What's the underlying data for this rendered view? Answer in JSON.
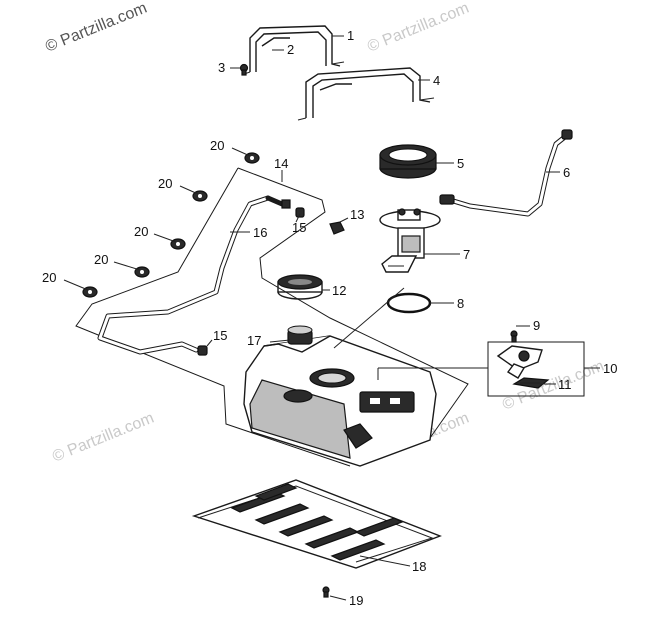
{
  "watermarks": [
    "© Partzilla.com",
    "© Partzilla.com",
    "© Partzilla.com",
    "© Partzilla.com",
    "© Partzilla.com"
  ],
  "callouts": [
    "1",
    "2",
    "3",
    "4",
    "5",
    "6",
    "7",
    "8",
    "9",
    "10",
    "11",
    "12",
    "13",
    "14",
    "15",
    "15",
    "16",
    "17",
    "18",
    "19",
    "20",
    "20",
    "20",
    "20",
    "20"
  ]
}
